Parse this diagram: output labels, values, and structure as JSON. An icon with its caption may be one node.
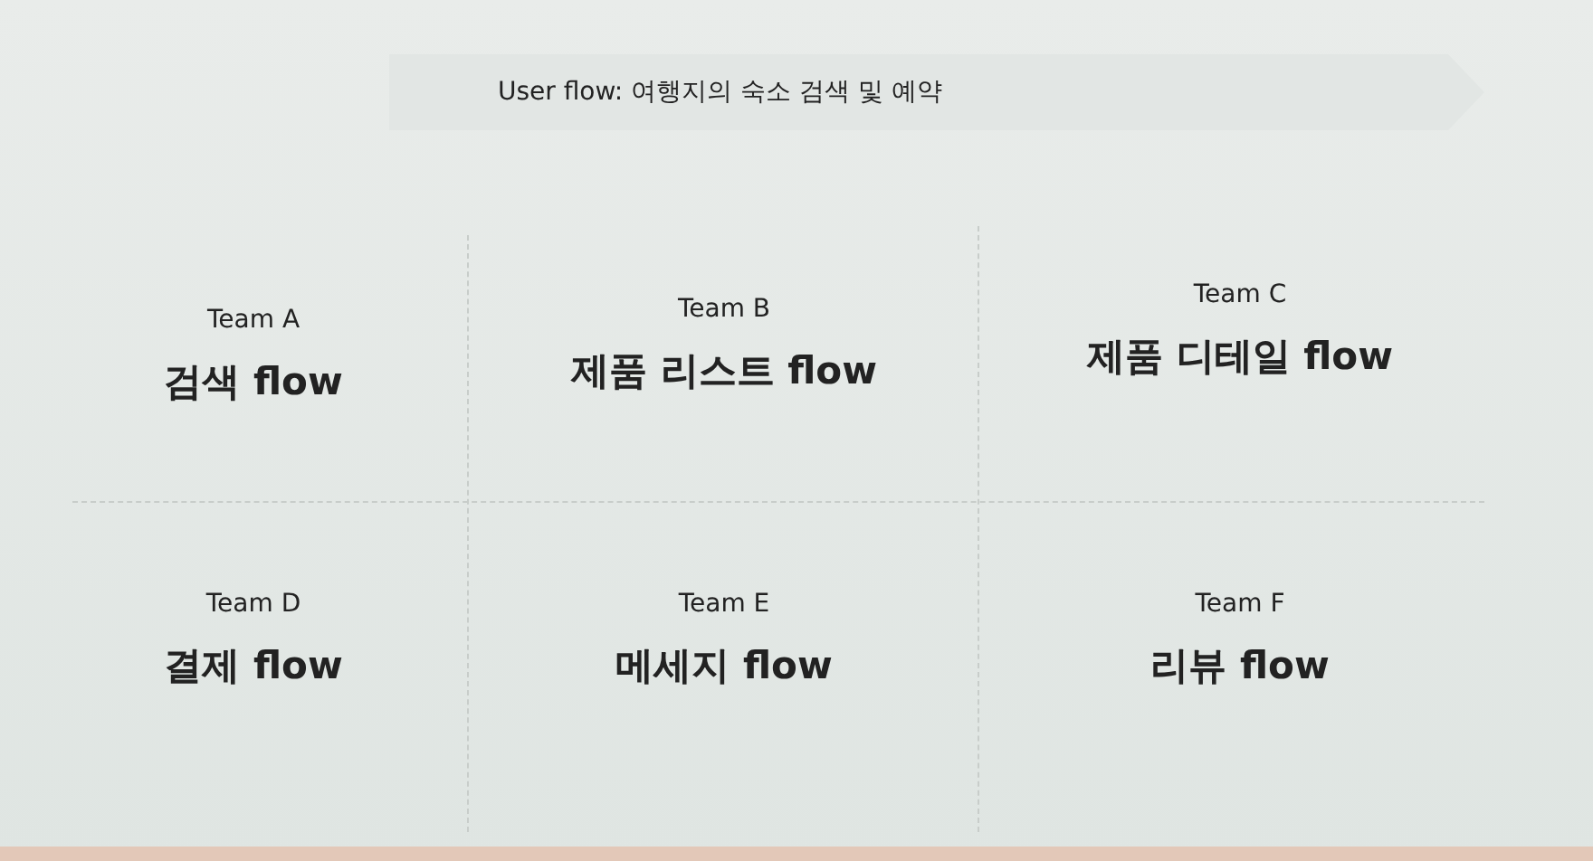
{
  "diagram": {
    "nodes": [
      {
        "text": [
          "User flow: 여행지의 숙소 검색 및 예약"
        ]
      }
    ],
    "labels": [
      "Team A",
      "검색 flow",
      "Team B",
      "제품 리스트 flow",
      "Team C",
      "제품 디테일 flow",
      "Team D",
      "결제 flow",
      "Team E",
      "메세지 flow",
      "Team F",
      "리뷰 flow"
    ]
  }
}
